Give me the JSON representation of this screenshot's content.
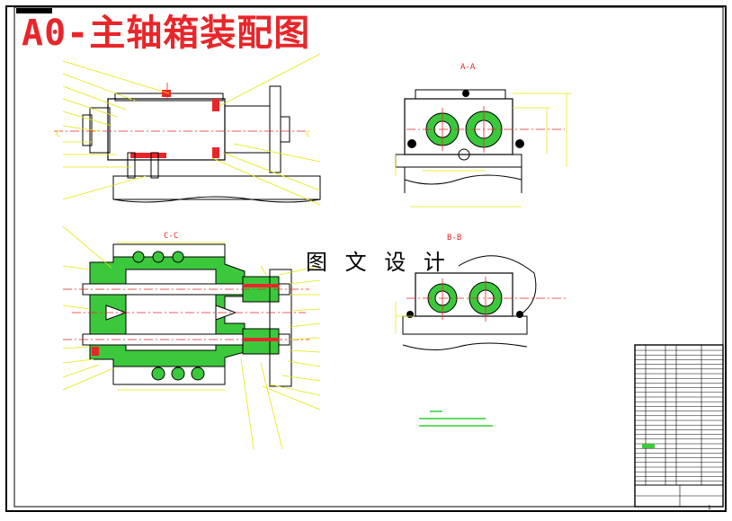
{
  "drawing": {
    "title": "A0-主轴箱装配图",
    "watermark": "图 文 设 计",
    "view_labels": {
      "section_aa": "A-A",
      "section_cc": "C-C",
      "section_bb": "B-B"
    },
    "sheet_number": "1"
  },
  "colors": {
    "frame": "#000000",
    "outline": "#000000",
    "accent_red": "#e8262a",
    "leader_yellow": "#e6e600",
    "section_fill": "#3cc83c",
    "note_green": "#00c800",
    "hatch": "#222222"
  }
}
